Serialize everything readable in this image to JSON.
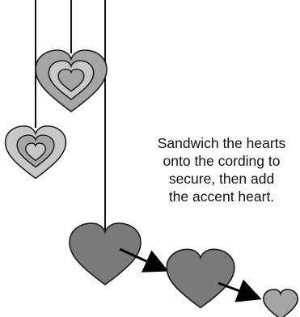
{
  "instruction": {
    "lines": [
      "Sandwich the hearts",
      "onto the cording to",
      "secure, then add",
      "the accent heart."
    ]
  },
  "colors": {
    "cord": "#111111",
    "outline": "#1a1a1a",
    "light_gray": "#c8c8c8",
    "mid_gray": "#a5a5a5",
    "dark_gray": "#7a7a7a",
    "arrow": "#000000"
  }
}
